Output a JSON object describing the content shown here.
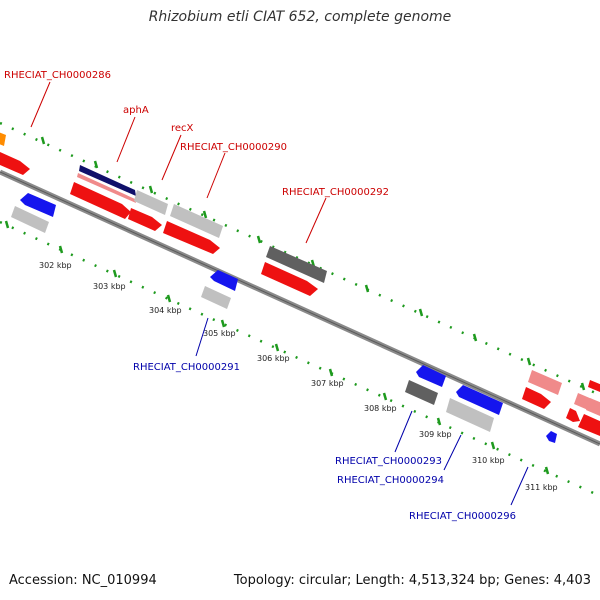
{
  "title": "Rhizobium etli CIAT 652, complete genome",
  "footer": {
    "accession": "Accession: NC_010994",
    "summary": "Topology: circular; Length: 4,513,324 bp; Genes: 4,403"
  },
  "colors": {
    "cds_forward": "#ee1111",
    "cds_reverse": "#1515ee",
    "pink_gene": "#f08a8a",
    "gray_gene": "#c0c0c0",
    "dark_gene": "#606060",
    "navy_gene": "#10106a",
    "orange_gene": "#ff8c00",
    "tick_green": "#1e9a1e",
    "backbone": "#8a8a8a"
  },
  "scale_ticks": [
    "302 kbp",
    "303 kbp",
    "304 kbp",
    "305 kbp",
    "306 kbp",
    "307 kbp",
    "308 kbp",
    "309 kbp",
    "310 kbp",
    "311 kbp"
  ],
  "upper_labels": [
    "RHECIAT_CH0000286",
    "aphA",
    "recX",
    "RHECIAT_CH0000290",
    "RHECIAT_CH0000292"
  ],
  "lower_labels": [
    "RHECIAT_CH0000291",
    "RHECIAT_CH0000293",
    "RHECIAT_CH0000294",
    "RHECIAT_CH0000296"
  ]
}
